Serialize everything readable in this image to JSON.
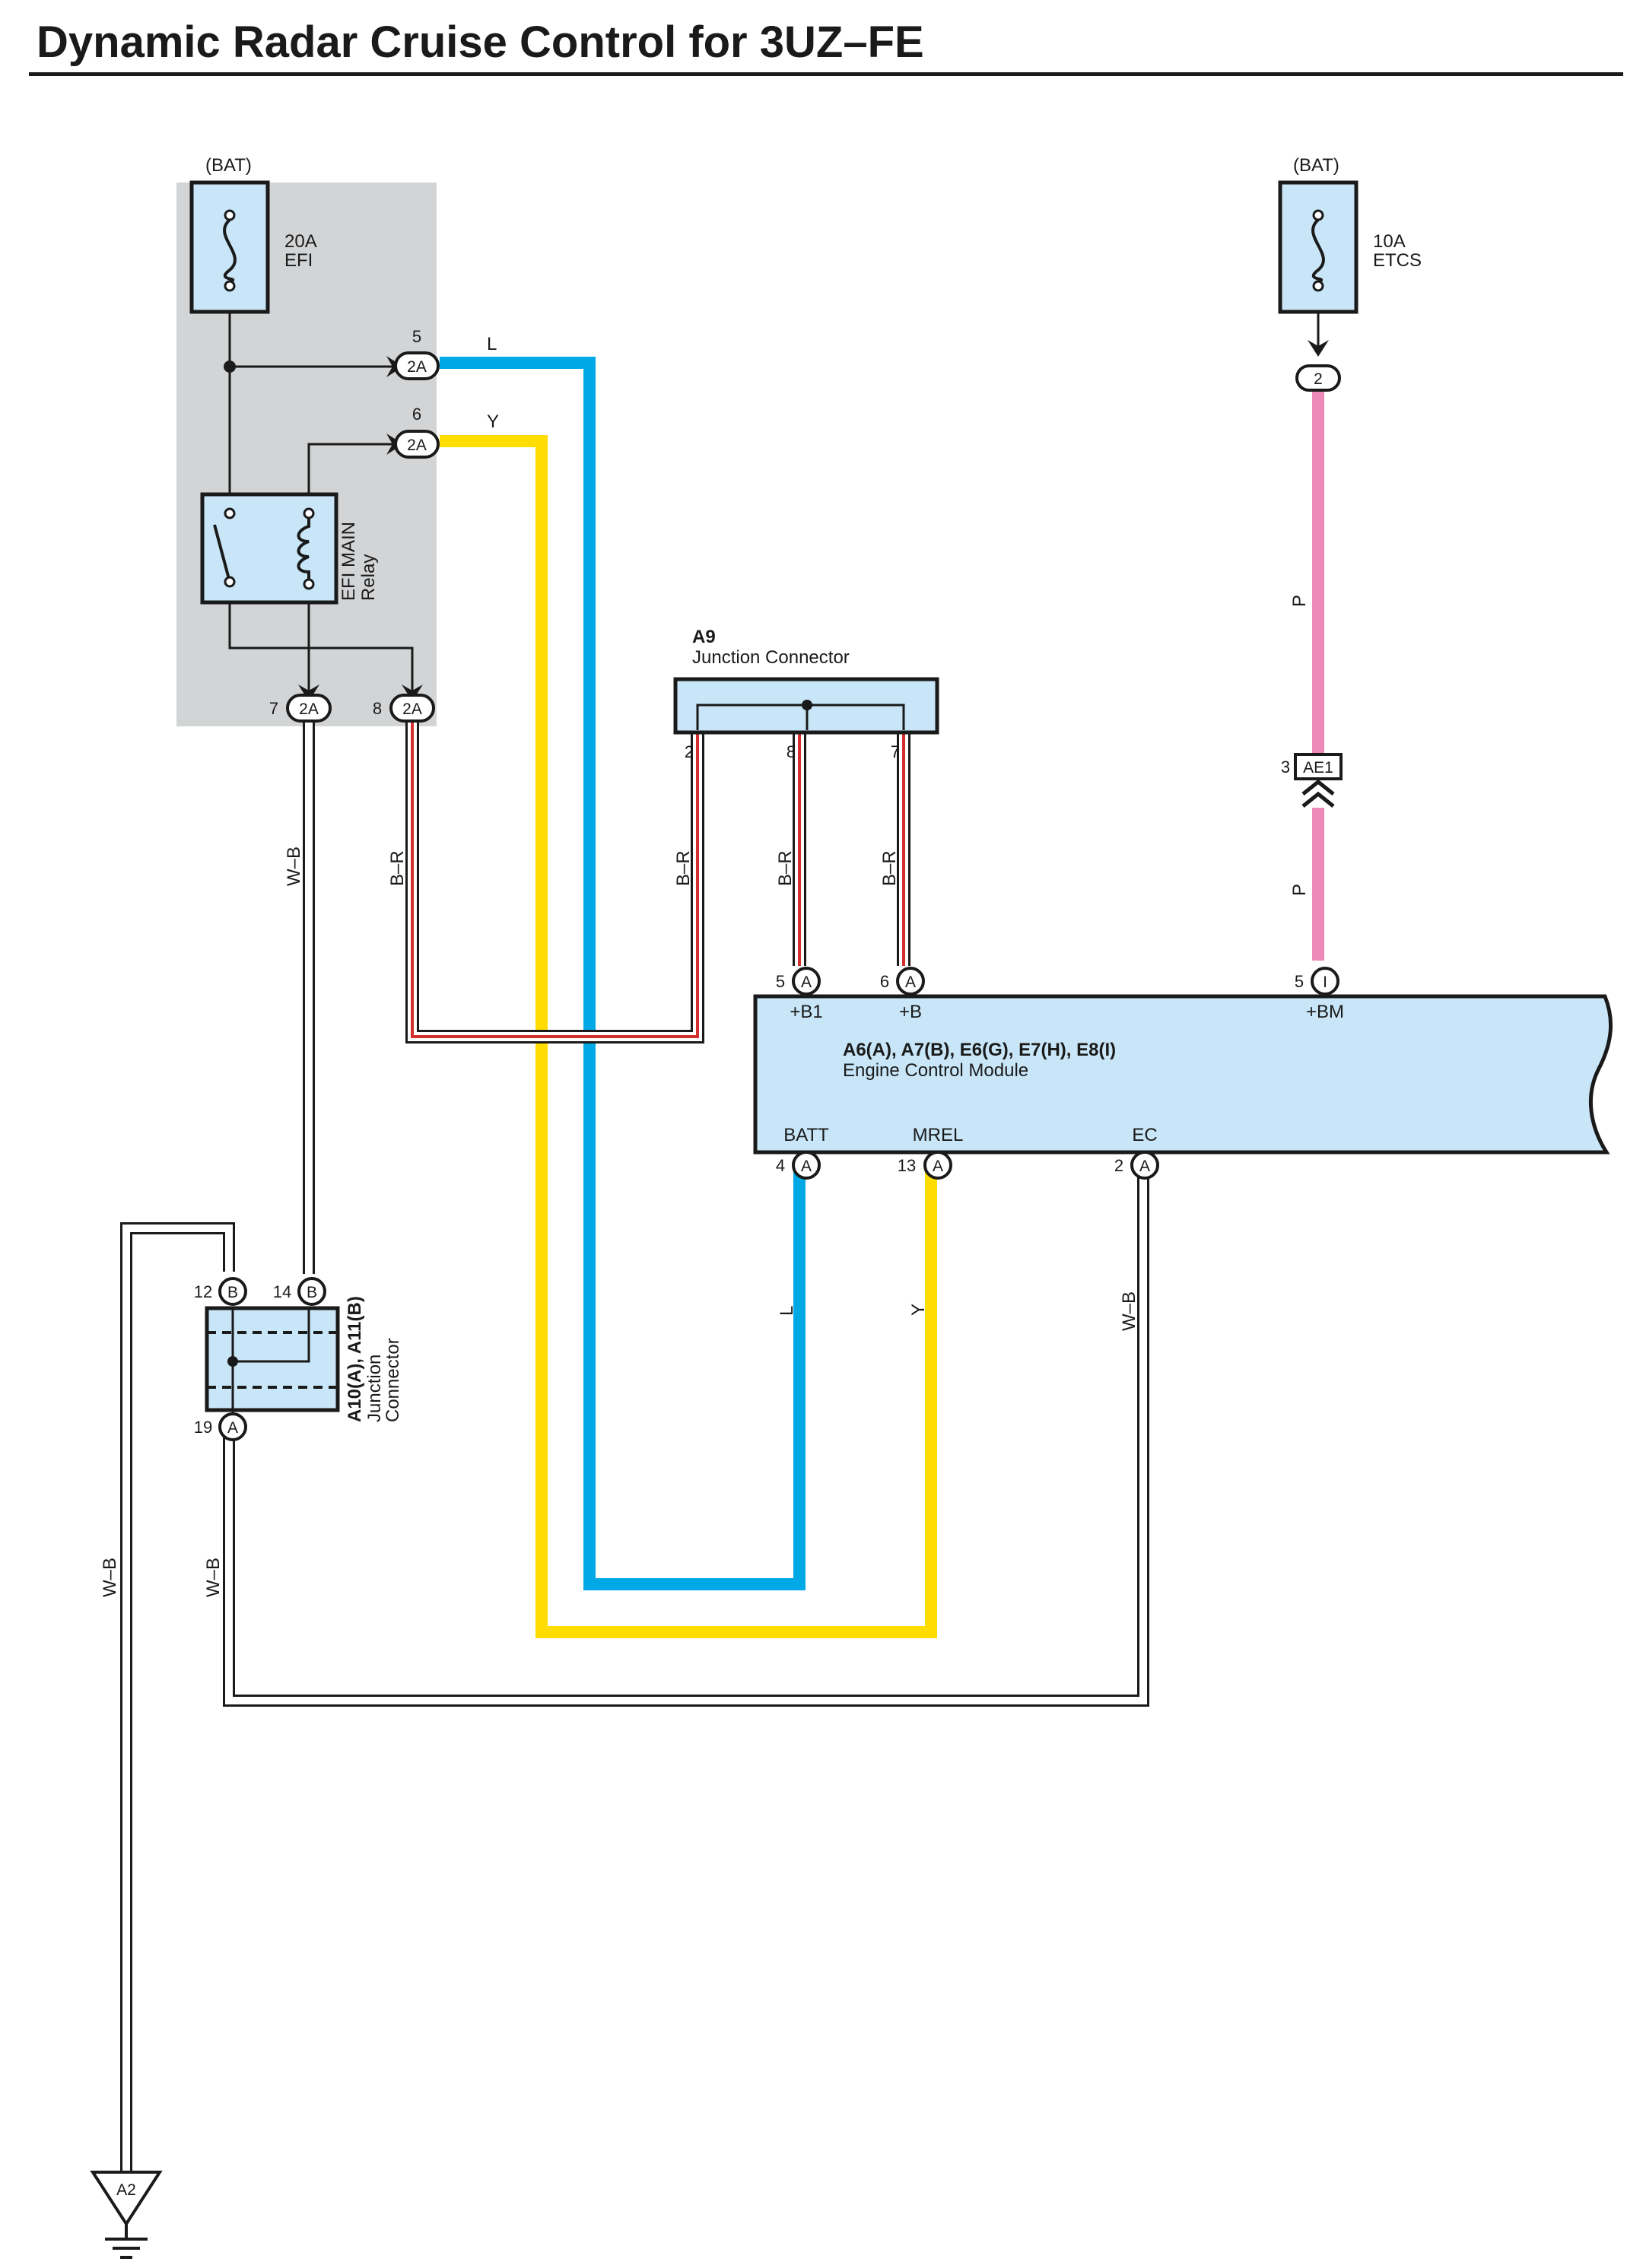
{
  "title": "Dynamic Radar Cruise Control for 3UZ–FE",
  "colors": {
    "L": "#00a9e6",
    "Y": "#ffdd00",
    "P": "#ee8ab7",
    "B-R_stripe": "#d32f2f",
    "component_fill": "#c8e6f7",
    "shaded_area": "#d3d4d6"
  },
  "fuses": {
    "efi": {
      "source": "(BAT)",
      "rating": "20A",
      "name": "EFI"
    },
    "etcs": {
      "source": "(BAT)",
      "rating": "10A",
      "name": "ETCS"
    }
  },
  "relay": {
    "line1": "EFI MAIN",
    "line2": "Relay"
  },
  "connector_2a": {
    "code": "2A",
    "pin5": "5",
    "pin6": "6",
    "pin7": "7",
    "pin8": "8"
  },
  "etcs_pin": {
    "code": "2"
  },
  "junction_a9": {
    "id": "A9",
    "name": "Junction Connector",
    "pin2": "2",
    "pin8": "8",
    "pin7": "7"
  },
  "inline_connector": {
    "pin": "3",
    "code": "AE1"
  },
  "ecm": {
    "ids": "A6(A), A7(B), E6(G), E7(H), E8(I)",
    "name": "Engine Control Module",
    "pins": {
      "b1": {
        "num": "5",
        "code": "A",
        "label": "+B1"
      },
      "b": {
        "num": "6",
        "code": "A",
        "label": "+B"
      },
      "bm": {
        "num": "5",
        "code": "I",
        "label": "+BM"
      },
      "batt": {
        "num": "4",
        "code": "A",
        "label": "BATT"
      },
      "mrel": {
        "num": "13",
        "code": "A",
        "label": "MREL"
      },
      "ec": {
        "num": "2",
        "code": "A",
        "label": "EC"
      }
    }
  },
  "junction_a10": {
    "ids": "A10(A), A11(B)",
    "line1": "Junction",
    "line2": "Connector",
    "pin12": {
      "num": "12",
      "code": "B"
    },
    "pin14": {
      "num": "14",
      "code": "B"
    },
    "pin19": {
      "num": "19",
      "code": "A"
    }
  },
  "ground": {
    "code": "A2"
  },
  "wire_labels": {
    "L": "L",
    "Y": "Y",
    "P": "P",
    "WB": "W–B",
    "BR": "B–R"
  }
}
